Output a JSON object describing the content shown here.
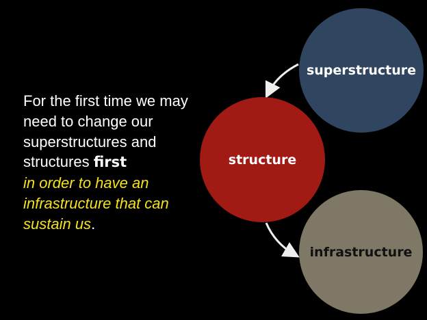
{
  "text": {
    "lines": [
      "For the first time we may",
      "need to change our",
      "superstructures and",
      "structures "
    ],
    "emphasis": "first",
    "yellow_lines": [
      "in order to have an",
      "infrastructure that can",
      "sustain us"
    ],
    "final_period": "."
  },
  "diagram": {
    "nodes": [
      {
        "label": "superstructure",
        "color": "#2f4560"
      },
      {
        "label": "structure",
        "color": "#a11a14"
      },
      {
        "label": "infrastructure",
        "color": "#7f7866"
      }
    ],
    "edges": [
      {
        "from": "superstructure",
        "to": "structure"
      },
      {
        "from": "structure",
        "to": "infrastructure"
      }
    ],
    "text_highlight_color": "#f5e21d"
  }
}
